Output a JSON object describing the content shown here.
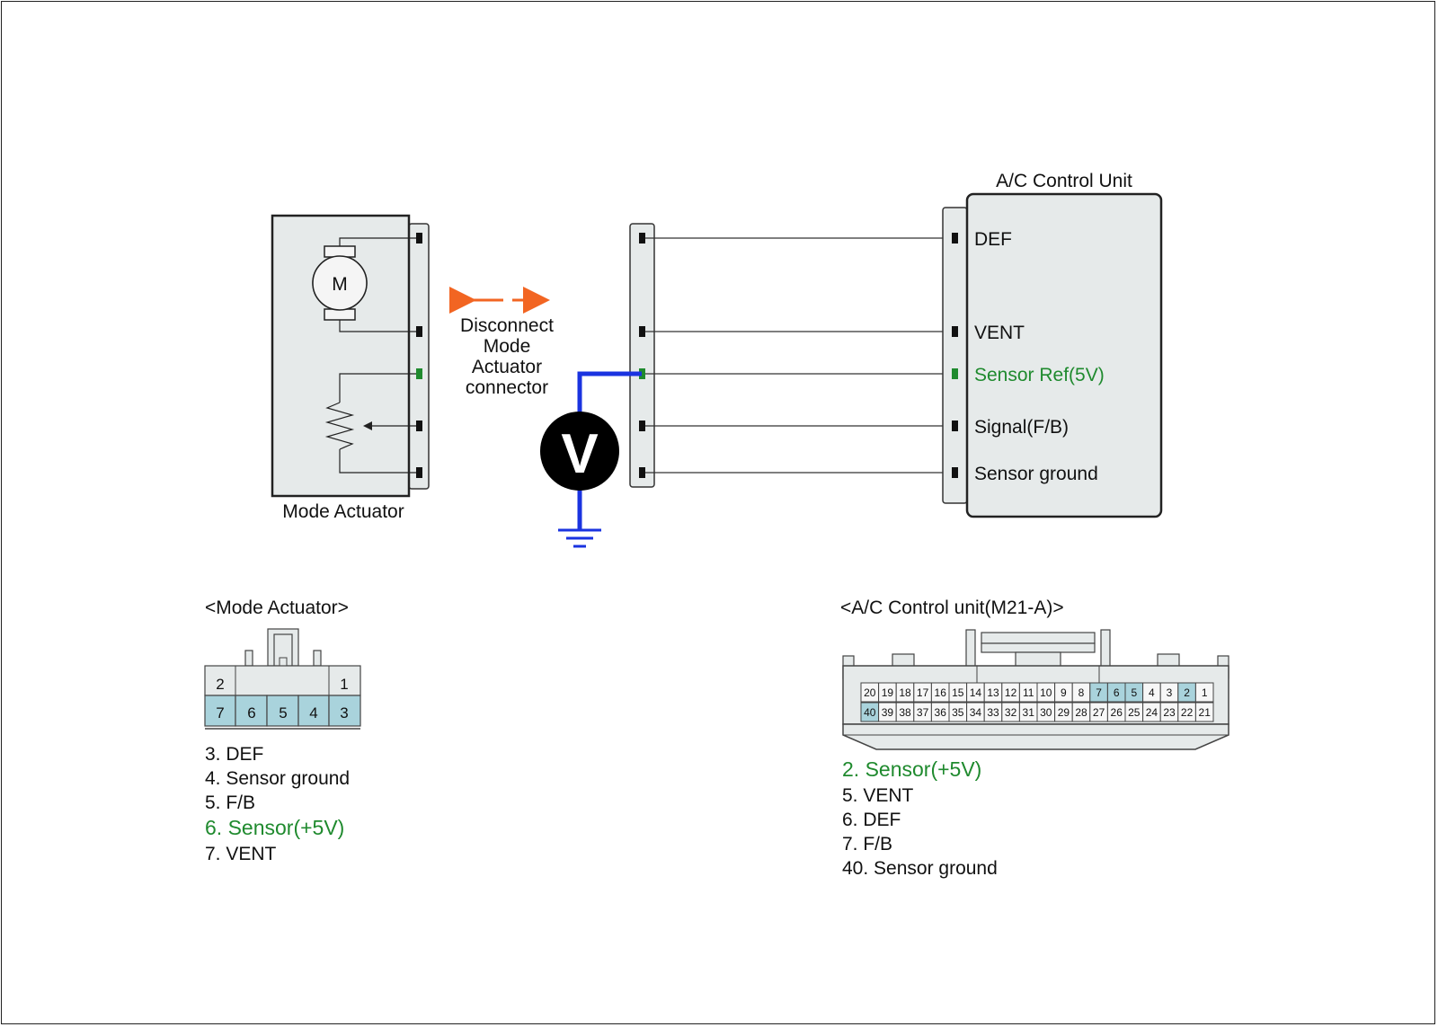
{
  "diagram": {
    "actuator_label": "Mode Actuator",
    "motor_letter": "M",
    "disconnect_lines": [
      "Disconnect",
      "Mode",
      "Actuator",
      "connector"
    ],
    "voltmeter_letter": "V",
    "control_unit_title": "A/C Control Unit",
    "control_unit_pins": {
      "def": "DEF",
      "vent": "VENT",
      "sensor_ref": "Sensor Ref(5V)",
      "signal": "Signal(F/B)",
      "sensor_ground": "Sensor ground"
    }
  },
  "actuator_connector": {
    "title": "<Mode Actuator>",
    "top_pins": [
      "2",
      "1"
    ],
    "bottom_pins": [
      "7",
      "6",
      "5",
      "4",
      "3"
    ],
    "legend": [
      "3. DEF",
      "4. Sensor ground",
      "5. F/B",
      "6. Sensor(+5V)",
      "7. VENT"
    ]
  },
  "control_connector": {
    "title": "<A/C Control unit(M21-A)>",
    "top_pins": [
      "20",
      "19",
      "18",
      "17",
      "16",
      "15",
      "14",
      "13",
      "12",
      "11",
      "10",
      "9",
      "8",
      "7",
      "6",
      "5",
      "4",
      "3",
      "2",
      "1"
    ],
    "bottom_pins": [
      "40",
      "39",
      "38",
      "37",
      "36",
      "35",
      "34",
      "33",
      "32",
      "31",
      "30",
      "29",
      "28",
      "27",
      "26",
      "25",
      "24",
      "23",
      "22",
      "21"
    ],
    "legend": [
      "2. Sensor(+5V)",
      "5. VENT",
      "6. DEF",
      "7. F/B",
      "40. Sensor ground"
    ]
  },
  "colors": {
    "highlight_text": "#1f8a2e",
    "highlight_pin": "#a9d3dc",
    "probe_wire": "#1a33e0",
    "arrow": "#f26522",
    "panel": "#e6eaea"
  }
}
